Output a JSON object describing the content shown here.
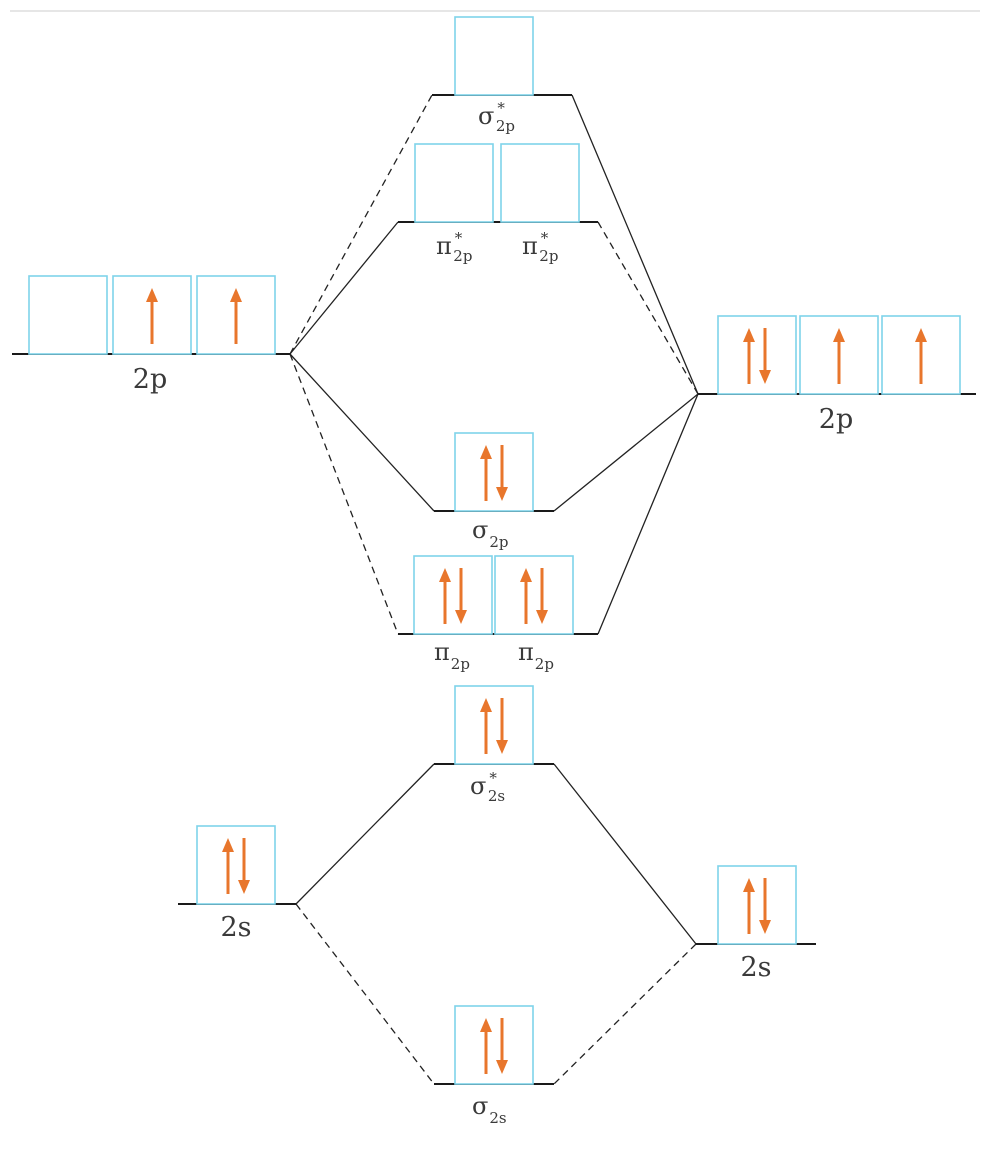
{
  "colors": {
    "box_stroke": "#7fd3ea",
    "arrow": "#e8762c",
    "line": "#222222"
  },
  "atom_left": {
    "p_label": "2p",
    "s_label": "2s",
    "p_electrons": [
      "",
      "up",
      "up"
    ],
    "s_electrons": [
      "pair"
    ]
  },
  "atom_right": {
    "p_label": "2p",
    "s_label": "2s",
    "p_electrons": [
      "pair",
      "up",
      "up"
    ],
    "s_electrons": [
      "pair"
    ]
  },
  "molecular_orbitals": {
    "sigma_star_2p": {
      "symbol": "σ",
      "star": "*",
      "sub": "2p",
      "electrons": [
        ""
      ]
    },
    "pi_star_2p": {
      "symbol": "π",
      "star": "*",
      "sub": "2p",
      "electrons": [
        "",
        ""
      ]
    },
    "sigma_2p": {
      "symbol": "σ",
      "sub": "2p",
      "electrons": [
        "pair"
      ]
    },
    "pi_2p": {
      "symbol": "π",
      "sub": "2p",
      "electrons": [
        "pair",
        "pair"
      ]
    },
    "sigma_star_2s": {
      "symbol": "σ",
      "star": "*",
      "sub": "2s",
      "electrons": [
        "pair"
      ]
    },
    "sigma_2s": {
      "symbol": "σ",
      "sub": "2s",
      "electrons": [
        "pair"
      ]
    }
  }
}
